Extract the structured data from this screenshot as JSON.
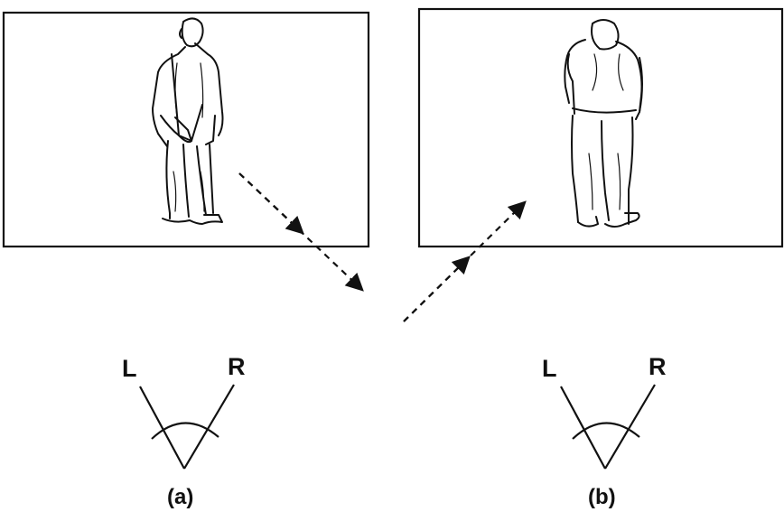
{
  "panels": [
    {
      "id": "a",
      "caption": "(a)",
      "left_label": "L",
      "right_label": "R",
      "figure_icon": "standing-man-front-view-icon"
    },
    {
      "id": "b",
      "caption": "(b)",
      "left_label": "L",
      "right_label": "R",
      "figure_icon": "standing-man-back-view-icon"
    }
  ],
  "colors": {
    "line": "#111111",
    "background": "#ffffff"
  }
}
